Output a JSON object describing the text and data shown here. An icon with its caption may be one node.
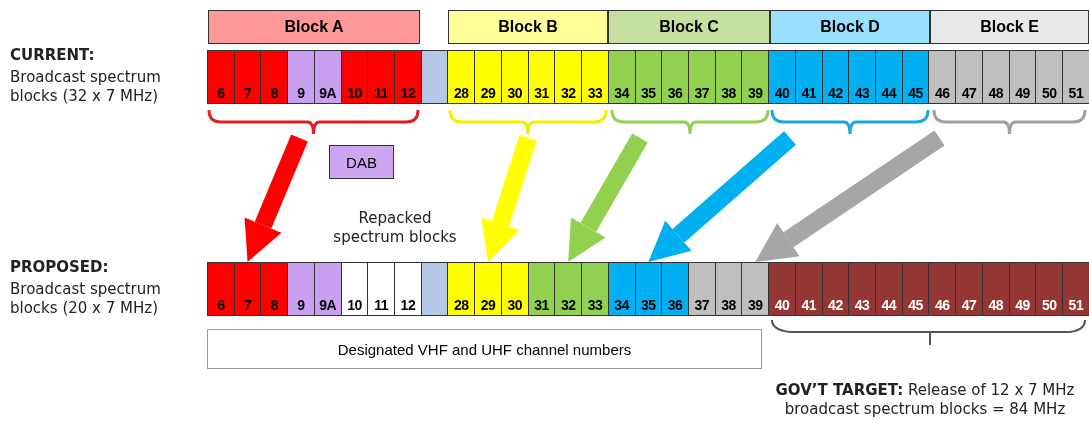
{
  "diagram": {
    "nodes": [
      {
        "text": [
          "Block A"
        ]
      },
      {
        "text": [
          "Block B"
        ]
      },
      {
        "text": [
          "Block C"
        ]
      },
      {
        "text": [
          "Block D"
        ]
      },
      {
        "text": [
          "Block E"
        ]
      },
      {
        "text": [
          "6"
        ]
      },
      {
        "text": [
          "7"
        ]
      },
      {
        "text": [
          "8"
        ]
      },
      {
        "text": [
          "9"
        ]
      },
      {
        "text": [
          "9A"
        ]
      },
      {
        "text": [
          "10"
        ]
      },
      {
        "text": [
          "11"
        ]
      },
      {
        "text": [
          "12"
        ]
      },
      {
        "text": [],
        "shape": "box"
      },
      {
        "text": [
          "28"
        ]
      },
      {
        "text": [
          "29"
        ]
      },
      {
        "text": [
          "30"
        ]
      },
      {
        "text": [
          "31"
        ]
      },
      {
        "text": [
          "32"
        ]
      },
      {
        "text": [
          "33"
        ]
      },
      {
        "text": [
          "34"
        ]
      },
      {
        "text": [
          "35"
        ]
      },
      {
        "text": [
          "36"
        ]
      },
      {
        "text": [
          "37"
        ]
      },
      {
        "text": [
          "38"
        ]
      },
      {
        "text": [
          "39"
        ]
      },
      {
        "text": [
          "40"
        ]
      },
      {
        "text": [
          "41"
        ]
      },
      {
        "text": [
          "42"
        ]
      },
      {
        "text": [
          "43"
        ]
      },
      {
        "text": [
          "44"
        ]
      },
      {
        "text": [
          "45"
        ]
      },
      {
        "text": [
          "46"
        ]
      },
      {
        "text": [
          "47"
        ]
      },
      {
        "text": [
          "48"
        ]
      },
      {
        "text": [
          "49"
        ]
      },
      {
        "text": [
          "50"
        ]
      },
      {
        "text": [
          "51"
        ]
      },
      {
        "text": [
          "DAB"
        ]
      },
      {
        "text": [
          "6"
        ]
      },
      {
        "text": [
          "7"
        ]
      },
      {
        "text": [
          "8"
        ]
      },
      {
        "text": [
          "9"
        ]
      },
      {
        "text": [
          "9A"
        ]
      },
      {
        "text": [
          "10"
        ]
      },
      {
        "text": [
          "11"
        ]
      },
      {
        "text": [
          "12"
        ]
      },
      {
        "text": [],
        "shape": "box"
      },
      {
        "text": [
          "28"
        ]
      },
      {
        "text": [
          "29"
        ]
      },
      {
        "text": [
          "30"
        ]
      },
      {
        "text": [
          "31"
        ]
      },
      {
        "text": [
          "32"
        ]
      },
      {
        "text": [
          "33"
        ]
      },
      {
        "text": [
          "34"
        ]
      },
      {
        "text": [
          "35"
        ]
      },
      {
        "text": [
          "36"
        ]
      },
      {
        "text": [
          "37"
        ]
      },
      {
        "text": [
          "38"
        ]
      },
      {
        "text": [
          "39"
        ]
      },
      {
        "text": [
          "40"
        ]
      },
      {
        "text": [
          "41"
        ]
      },
      {
        "text": [
          "42"
        ]
      },
      {
        "text": [
          "43"
        ]
      },
      {
        "text": [
          "44"
        ]
      },
      {
        "text": [
          "45"
        ]
      },
      {
        "text": [
          "46"
        ]
      },
      {
        "text": [
          "47"
        ]
      },
      {
        "text": [
          "48"
        ]
      },
      {
        "text": [
          "49"
        ]
      },
      {
        "text": [
          "50"
        ]
      },
      {
        "text": [
          "51"
        ]
      },
      {
        "text": [
          "Designated VHF and UHF channel numbers"
        ]
      },
      {
        "text": [],
        "shape": "bracket"
      },
      {
        "text": [],
        "shape": "bracket"
      },
      {
        "text": [],
        "shape": "bracket"
      },
      {
        "text": [],
        "shape": "bracket"
      },
      {
        "text": [],
        "shape": "bracket"
      },
      {
        "text": [],
        "shape": "bracket"
      }
    ],
    "edges": [
      {
        "from": 73,
        "to": 40,
        "arrow": "to",
        "color": "#ff0000"
      },
      {
        "from": 74,
        "to": 49,
        "arrow": "to",
        "color": "#ffff00"
      },
      {
        "from": 75,
        "to": 52,
        "arrow": "to",
        "color": "#92d050"
      },
      {
        "from": 76,
        "to": 55,
        "arrow": "to",
        "color": "#00b0f0"
      },
      {
        "from": 77,
        "to": 59,
        "arrow": "to",
        "color": "#a6a6a6"
      }
    ],
    "labels": [
      "CURRENT:",
      "Broadcast spectrum blocks (32 x 7 MHz)",
      "Repacked spectrum blocks",
      "PROPOSED:",
      "Broadcast spectrum blocks (20 x 7 MHz)",
      "**GOV’T TARGET:** Release of 12 x 7 MHz broadcast spectrum blocks = 84 MHz"
    ]
  }
}
